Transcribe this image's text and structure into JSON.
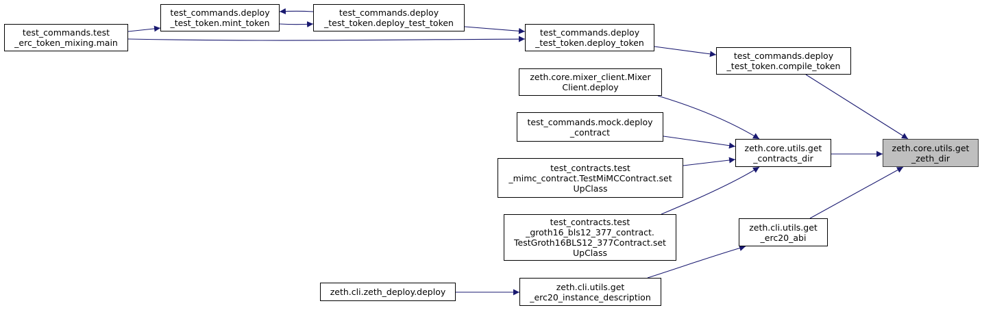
{
  "colors": {
    "edge": "#191970",
    "focus_fill": "#bfbfbf",
    "border": "#000000"
  },
  "nodes": {
    "main": {
      "lines": [
        "test_commands.test",
        "_erc_token_mixing.main"
      ]
    },
    "mint_token": {
      "lines": [
        "test_commands.deploy",
        "_test_token.mint_token"
      ]
    },
    "deploy_test_token": {
      "lines": [
        "test_commands.deploy",
        "_test_token.deploy_test_token"
      ]
    },
    "deploy_token": {
      "lines": [
        "test_commands.deploy",
        "_test_token.deploy_token"
      ]
    },
    "compile_token": {
      "lines": [
        "test_commands.deploy",
        "_test_token.compile_token"
      ]
    },
    "mixer_client": {
      "lines": [
        "zeth.core.mixer_client.Mixer",
        "Client.deploy"
      ]
    },
    "mock_deploy": {
      "lines": [
        "test_commands.mock.deploy",
        "_contract"
      ]
    },
    "mimc_setup": {
      "lines": [
        "test_contracts.test",
        "_mimc_contract.TestMiMCContract.set",
        "UpClass"
      ]
    },
    "groth_setup": {
      "lines": [
        "test_contracts.test",
        "_groth16_bls12_377_contract.",
        "TestGroth16BLS12_377Contract.set",
        "UpClass"
      ]
    },
    "get_contracts_dir": {
      "lines": [
        "zeth.core.utils.get",
        "_contracts_dir"
      ]
    },
    "get_zeth_dir": {
      "lines": [
        "zeth.core.utils.get",
        "_zeth_dir"
      ]
    },
    "get_erc20_abi": {
      "lines": [
        "zeth.cli.utils.get",
        "_erc20_abi"
      ]
    },
    "zeth_deploy": {
      "lines": [
        "zeth.cli.zeth_deploy.deploy"
      ]
    },
    "erc20_instance": {
      "lines": [
        "zeth.cli.utils.get",
        "_erc20_instance_description"
      ]
    }
  },
  "edges": [
    {
      "from": "main",
      "to": "mint_token"
    },
    {
      "from": "main",
      "to": "deploy_token"
    },
    {
      "from": "mint_token",
      "to": "deploy_test_token"
    },
    {
      "from": "deploy_test_token",
      "to": "mint_token"
    },
    {
      "from": "deploy_test_token",
      "to": "deploy_token"
    },
    {
      "from": "deploy_token",
      "to": "compile_token"
    },
    {
      "from": "compile_token",
      "to": "get_zeth_dir"
    },
    {
      "from": "mixer_client",
      "to": "get_contracts_dir"
    },
    {
      "from": "mock_deploy",
      "to": "get_contracts_dir"
    },
    {
      "from": "mimc_setup",
      "to": "get_contracts_dir"
    },
    {
      "from": "groth_setup",
      "to": "get_contracts_dir"
    },
    {
      "from": "get_contracts_dir",
      "to": "get_zeth_dir"
    },
    {
      "from": "get_erc20_abi",
      "to": "get_zeth_dir"
    },
    {
      "from": "erc20_instance",
      "to": "get_erc20_abi"
    },
    {
      "from": "zeth_deploy",
      "to": "erc20_instance"
    }
  ]
}
